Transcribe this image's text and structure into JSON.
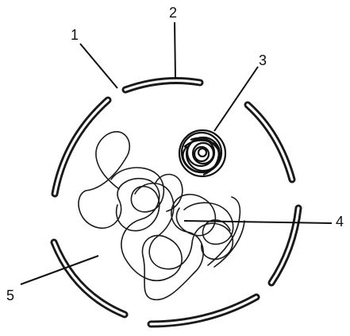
{
  "labels": {
    "l1": "1",
    "l2": "2",
    "l3": "3",
    "l4": "4",
    "l5": "5"
  },
  "colors": {
    "ink": "#1a1a1a",
    "background": "#ffffff"
  }
}
